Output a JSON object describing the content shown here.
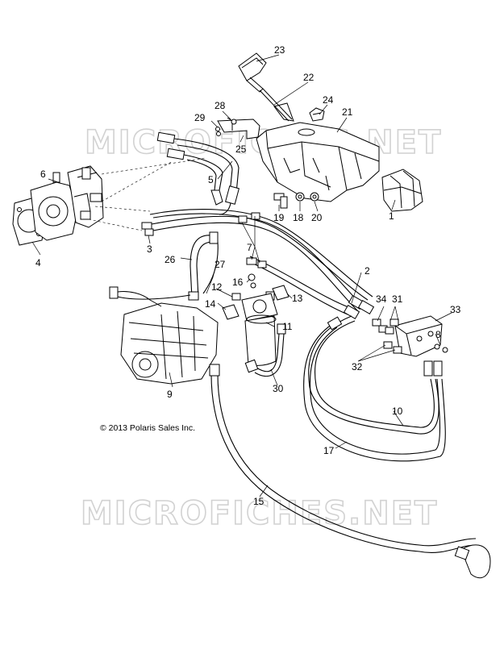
{
  "watermark": {
    "top": "MICROFICHES.NET",
    "bottom": "MICROFICHES.NET"
  },
  "copyright": "© 2013 Polaris Sales Inc.",
  "callouts": {
    "n1": "1",
    "n2": "2",
    "n3": "3",
    "n4": "4",
    "n5": "5",
    "n6": "6",
    "n7": "7",
    "n8": "8",
    "n9": "9",
    "n10": "10",
    "n11": "11",
    "n12": "12",
    "n13": "13",
    "n14": "14",
    "n15": "15",
    "n16": "16",
    "n17": "17",
    "n19": "19",
    "n18": "18",
    "n20": "20",
    "n21": "21",
    "n22": "22",
    "n23": "23",
    "n24": "24",
    "n25": "25",
    "n26": "26",
    "n27": "27",
    "n28": "28",
    "n29": "29",
    "n30": "30",
    "n31": "31",
    "n32": "32",
    "n33": "33",
    "n34": "34"
  }
}
